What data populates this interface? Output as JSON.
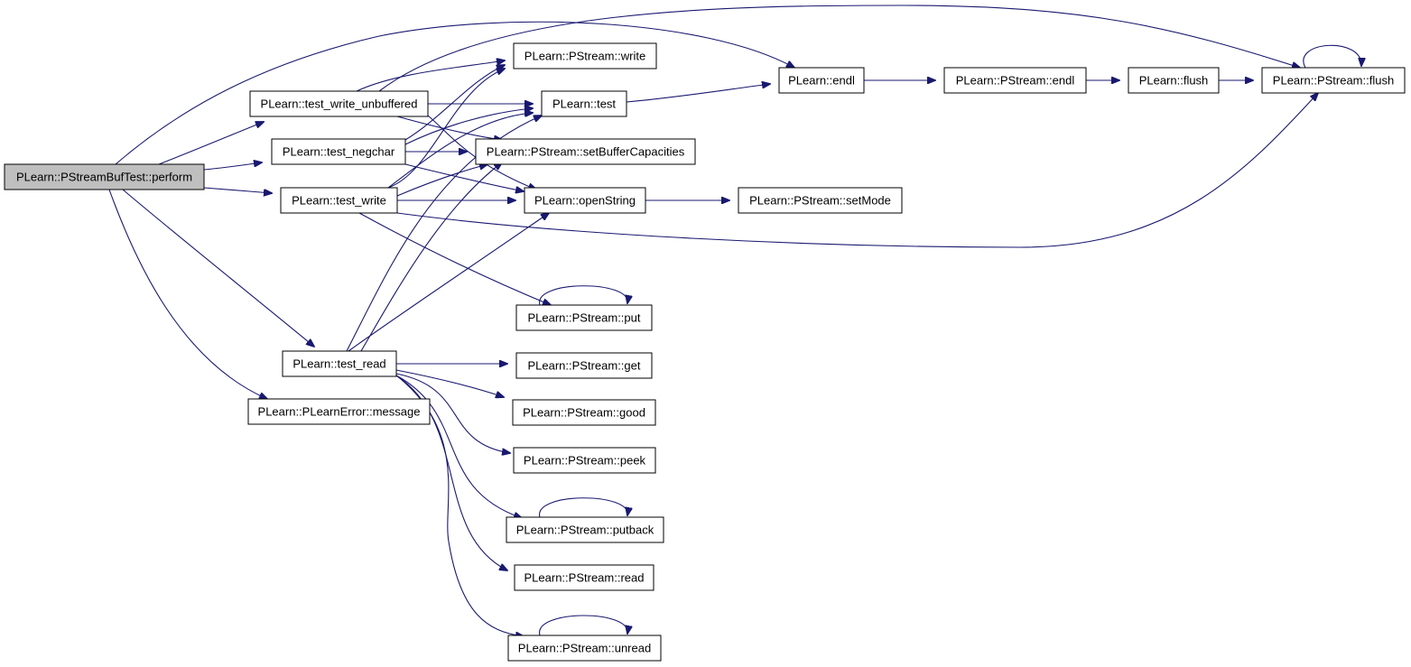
{
  "diagram": {
    "type": "call-graph",
    "colors": {
      "edge": "#191970",
      "root_fill": "#bfbfbf",
      "node_fill": "#ffffff",
      "node_border": "#000000"
    },
    "nodes": [
      {
        "id": "perform",
        "label": "PLearn::PStreamBufTest::perform",
        "root": true
      },
      {
        "id": "test_write_unbuffered",
        "label": "PLearn::test_write_unbuffered"
      },
      {
        "id": "test_negchar",
        "label": "PLearn::test_negchar"
      },
      {
        "id": "test_write",
        "label": "PLearn::test_write"
      },
      {
        "id": "test_read",
        "label": "PLearn::test_read"
      },
      {
        "id": "message",
        "label": "PLearn::PLearnError::message"
      },
      {
        "id": "ps_write",
        "label": "PLearn::PStream::write"
      },
      {
        "id": "test",
        "label": "PLearn::test"
      },
      {
        "id": "setBufferCapacities",
        "label": "PLearn::PStream::setBufferCapacities"
      },
      {
        "id": "openString",
        "label": "PLearn::openString"
      },
      {
        "id": "put",
        "label": "PLearn::PStream::put"
      },
      {
        "id": "get",
        "label": "PLearn::PStream::get"
      },
      {
        "id": "good",
        "label": "PLearn::PStream::good"
      },
      {
        "id": "peek",
        "label": "PLearn::PStream::peek"
      },
      {
        "id": "putback",
        "label": "PLearn::PStream::putback"
      },
      {
        "id": "ps_read",
        "label": "PLearn::PStream::read"
      },
      {
        "id": "unread",
        "label": "PLearn::PStream::unread"
      },
      {
        "id": "endl",
        "label": "PLearn::endl"
      },
      {
        "id": "ps_endl",
        "label": "PLearn::PStream::endl"
      },
      {
        "id": "flush",
        "label": "PLearn::flush"
      },
      {
        "id": "ps_flush",
        "label": "PLearn::PStream::flush"
      },
      {
        "id": "setMode",
        "label": "PLearn::PStream::setMode"
      }
    ],
    "edges": [
      {
        "from": "perform",
        "to": "test_write_unbuffered"
      },
      {
        "from": "perform",
        "to": "test_negchar"
      },
      {
        "from": "perform",
        "to": "test_write"
      },
      {
        "from": "perform",
        "to": "test_read"
      },
      {
        "from": "perform",
        "to": "message"
      },
      {
        "from": "perform",
        "to": "endl"
      },
      {
        "from": "test_write_unbuffered",
        "to": "ps_write"
      },
      {
        "from": "test_write_unbuffered",
        "to": "test"
      },
      {
        "from": "test_write_unbuffered",
        "to": "setBufferCapacities"
      },
      {
        "from": "test_write_unbuffered",
        "to": "openString"
      },
      {
        "from": "test_write_unbuffered",
        "to": "ps_flush"
      },
      {
        "from": "test_negchar",
        "to": "ps_write"
      },
      {
        "from": "test_negchar",
        "to": "test"
      },
      {
        "from": "test_negchar",
        "to": "setBufferCapacities"
      },
      {
        "from": "test_negchar",
        "to": "openString"
      },
      {
        "from": "test_write",
        "to": "ps_write"
      },
      {
        "from": "test_write",
        "to": "test"
      },
      {
        "from": "test_write",
        "to": "setBufferCapacities"
      },
      {
        "from": "test_write",
        "to": "openString"
      },
      {
        "from": "test_write",
        "to": "put"
      },
      {
        "from": "test_write",
        "to": "ps_flush"
      },
      {
        "from": "test_read",
        "to": "test"
      },
      {
        "from": "test_read",
        "to": "setBufferCapacities"
      },
      {
        "from": "test_read",
        "to": "openString"
      },
      {
        "from": "test_read",
        "to": "get"
      },
      {
        "from": "test_read",
        "to": "good"
      },
      {
        "from": "test_read",
        "to": "peek"
      },
      {
        "from": "test_read",
        "to": "putback"
      },
      {
        "from": "test_read",
        "to": "ps_read"
      },
      {
        "from": "test_read",
        "to": "unread"
      },
      {
        "from": "test",
        "to": "endl"
      },
      {
        "from": "endl",
        "to": "ps_endl"
      },
      {
        "from": "ps_endl",
        "to": "flush"
      },
      {
        "from": "flush",
        "to": "ps_flush"
      },
      {
        "from": "openString",
        "to": "setMode"
      },
      {
        "from": "ps_flush",
        "to": "ps_flush"
      },
      {
        "from": "put",
        "to": "put"
      },
      {
        "from": "putback",
        "to": "putback"
      },
      {
        "from": "unread",
        "to": "unread"
      }
    ]
  }
}
